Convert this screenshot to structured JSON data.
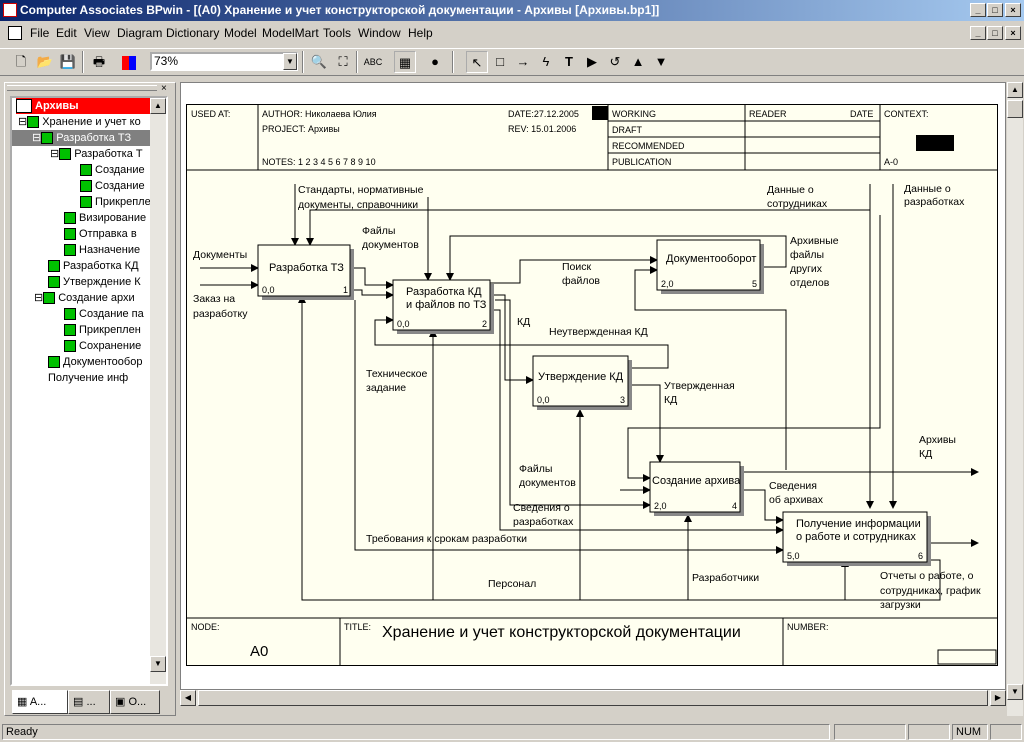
{
  "window": {
    "title": "Computer Associates BPwin - [(A0) Хранение и учет конструкторской документации - Архивы  [Архивы.bp1]]",
    "min": "_",
    "max": "□",
    "close": "×"
  },
  "menu": [
    "File",
    "Edit",
    "View",
    "Diagram",
    "Dictionary",
    "Model",
    "ModelMart",
    "Tools",
    "Window",
    "Help"
  ],
  "toolbar": {
    "zoom": "73%"
  },
  "tree": {
    "root": "Архивы",
    "items": [
      "Хранение и учет ко",
      "Разработка ТЗ",
      "Разработка Т",
      "Создание",
      "Создание",
      "Прикрепле",
      "Визирование",
      "Отправка в",
      "Назначение",
      "Разработка КД",
      "Утверждение К",
      "Создание архи",
      "Создание па",
      "Прикреплен",
      "Сохранение",
      "Документообор",
      "Получение инф"
    ]
  },
  "tabs": [
    "A...",
    "...",
    "O..."
  ],
  "status": {
    "ready": "Ready",
    "num": "NUM"
  },
  "frame": {
    "used_at": "USED AT:",
    "author": "AUTHOR:  Николаева Юлия",
    "project": "PROJECT:  Архивы",
    "date": "DATE:27.12.2005",
    "rev": "REV:  15.01.2006",
    "notes": "NOTES:  1  2  3  4  5  6  7  8  9  10",
    "working": "WORKING",
    "draft": "DRAFT",
    "recommended": "RECOMMENDED",
    "publication": "PUBLICATION",
    "reader": "READER",
    "date2": "DATE",
    "context": "CONTEXT:",
    "a0small": "A-0",
    "node_label": "NODE:",
    "node": "A0",
    "title_label": "TITLE:",
    "title": "Хранение и учет конструкторской документации",
    "number_label": "NUMBER:"
  },
  "boxes": [
    {
      "name": "Разработка ТЗ",
      "l": [
        "Разработка ТЗ"
      ],
      "n": "0,0",
      "i": "1"
    },
    {
      "name": "Разработка КД",
      "l": [
        "Разработка КД",
        "и файлов по ТЗ"
      ],
      "n": "0,0",
      "i": "2"
    },
    {
      "name": "Документооборот",
      "l": [
        "Документооборот"
      ],
      "n": "2,0",
      "i": "5"
    },
    {
      "name": "Утверждение КД",
      "l": [
        "Утверждение КД"
      ],
      "n": "0,0",
      "i": "3"
    },
    {
      "name": "Создание архива",
      "l": [
        "Создание архива"
      ],
      "n": "2,0",
      "i": "4"
    },
    {
      "name": "Получение информации",
      "l": [
        "Получение информации",
        "о работе и сотрудниках"
      ],
      "n": "5,0",
      "i": "6"
    }
  ],
  "labels": {
    "docs": "Документы",
    "order": [
      "Заказ на",
      "разработку"
    ],
    "standards": [
      "Стандарты, нормативные",
      "документы, справочники"
    ],
    "files_docs": [
      "Файлы",
      "документов"
    ],
    "emp_data": [
      "Данные о",
      "сотрудниках"
    ],
    "dev_data": [
      "Данные о",
      "разработках"
    ],
    "search": [
      "Поиск",
      "файлов"
    ],
    "arch_files": [
      "Архивные",
      "файлы",
      "других",
      "отделов"
    ],
    "kd": "КД",
    "unapproved": "Неутвержденная КД",
    "tech": [
      "Техническое",
      "задание"
    ],
    "approved": [
      "Утвержденная",
      "КД"
    ],
    "archive_kd": [
      "Архивы",
      "КД"
    ],
    "files_docs2": [
      "Файлы",
      "документов"
    ],
    "dev_info": [
      "Сведения о",
      "разработках"
    ],
    "arch_info": [
      "Сведения",
      "об архивах"
    ],
    "deadlines": "Требования к срокам разработки",
    "personnel": "Персонал",
    "developers": "Разработчики",
    "reports": [
      "Отчеты о работе, о",
      "сотрудниках, график",
      "загрузки"
    ]
  }
}
